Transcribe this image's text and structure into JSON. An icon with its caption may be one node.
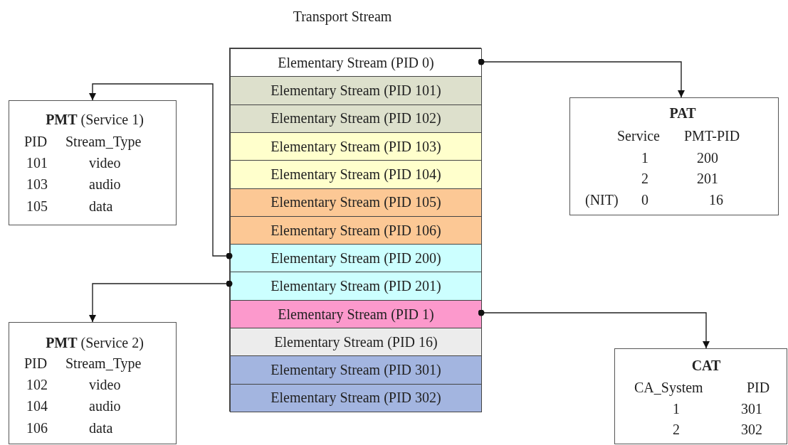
{
  "diagram": {
    "nodes": [
      {
        "text": [
          "Transport Stream"
        ]
      },
      {
        "text": [
          "Elementary Stream (PID 0)"
        ],
        "in": 0
      },
      {
        "text": [
          "Elementary Stream (PID 101)"
        ],
        "in": 0
      },
      {
        "text": [
          "Elementary Stream (PID 102)"
        ],
        "in": 0
      },
      {
        "text": [
          "Elementary Stream (PID 103)"
        ],
        "in": 0
      },
      {
        "text": [
          "Elementary Stream (PID 104)"
        ],
        "in": 0
      },
      {
        "text": [
          "Elementary Stream (PID 105)"
        ],
        "in": 0
      },
      {
        "text": [
          "Elementary Stream (PID 106)"
        ],
        "in": 0
      },
      {
        "text": [
          "Elementary Stream (PID 200)"
        ],
        "in": 0
      },
      {
        "text": [
          "Elementary Stream (PID 201)"
        ],
        "in": 0
      },
      {
        "text": [
          "Elementary Stream (PID 1)"
        ],
        "in": 0
      },
      {
        "text": [
          "Elementary Stream (PID 16)"
        ],
        "in": 0
      },
      {
        "text": [
          "Elementary Stream (PID 301)"
        ],
        "in": 0
      },
      {
        "text": [
          "Elementary Stream (PID 302)"
        ],
        "in": 0
      },
      {
        "text": [
          "**PMT** (Service 1)",
          "PID",
          "Stream_Type",
          "101",
          "video",
          "103",
          "audio",
          "105",
          "data"
        ]
      },
      {
        "text": [
          "PAT",
          "Service",
          "PMT-PID",
          "1",
          "200",
          "2",
          "201",
          "(NIT)",
          "0",
          "16"
        ]
      },
      {
        "text": [
          "**PMT** (Service 2)",
          "PID",
          "Stream_Type",
          "102",
          "video",
          "104",
          "audio",
          "106",
          "data"
        ]
      },
      {
        "text": [
          "CAT",
          "CA_System",
          "PID",
          "1",
          "301",
          "2",
          "302"
        ]
      }
    ],
    "edges": [
      {
        "from": 1,
        "to": 15,
        "arrow": "to"
      },
      {
        "from": 8,
        "to": 14,
        "arrow": "to"
      },
      {
        "from": 9,
        "to": 16,
        "arrow": "to"
      },
      {
        "from": 10,
        "to": 17,
        "arrow": "to"
      }
    ]
  }
}
